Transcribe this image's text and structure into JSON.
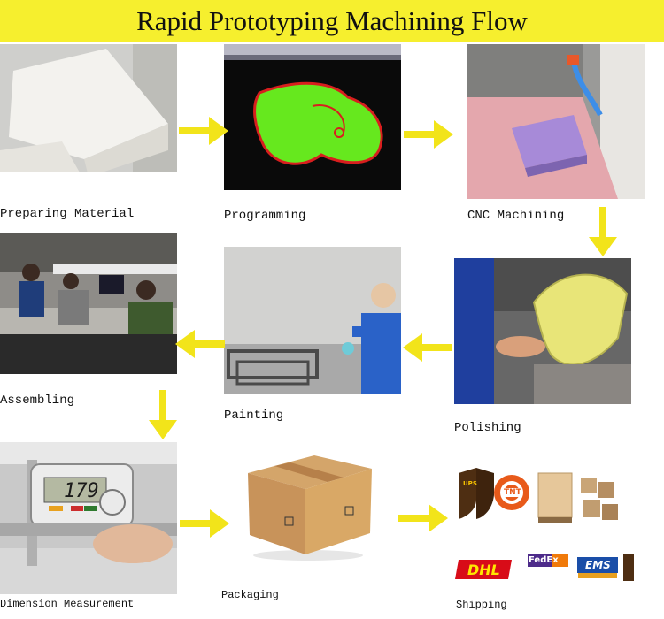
{
  "title": "Rapid Prototyping Machining Flow",
  "colors": {
    "title_bg": "#f6ef2e",
    "arrow": "#f2e41a"
  },
  "steps": [
    {
      "label": "Preparing Material"
    },
    {
      "label": "Programming"
    },
    {
      "label": "CNC Machining"
    },
    {
      "label": "Polishing"
    },
    {
      "label": "Painting"
    },
    {
      "label": "Assembling"
    },
    {
      "label": "Dimension Measurement",
      "readout": "179"
    },
    {
      "label": "Packaging"
    },
    {
      "label": "Shipping"
    }
  ],
  "carriers": [
    "UPS",
    "TNT",
    "DHL",
    "FedEx",
    "EMS"
  ]
}
